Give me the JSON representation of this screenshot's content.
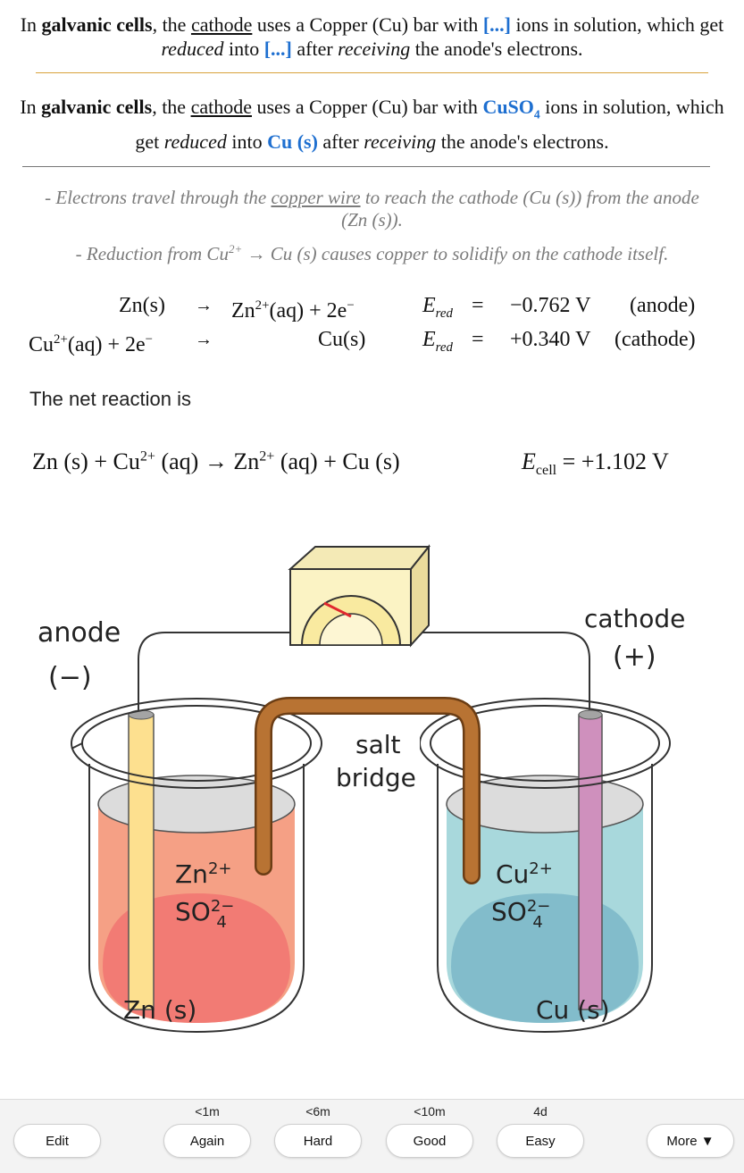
{
  "front": {
    "part1": "In ",
    "bold1": "galvanic cells",
    "part2": ", the ",
    "underline1": "cathode",
    "part3": " uses a Copper (Cu) bar with ",
    "cloze1": "[...]",
    "part4": " ions in solution, which get ",
    "italic1": "reduced",
    "part5": " into ",
    "cloze2": "[...]",
    "part6": " after ",
    "italic2": "receiving",
    "part7": " the anode's electrons."
  },
  "back": {
    "part1": "In ",
    "bold1": "galvanic cells",
    "part2": ", the ",
    "underline1": "cathode",
    "part3": " uses a Copper (Cu) bar with ",
    "answer1": "CuSO",
    "answer1_sub": "4",
    "part4": " ions in solution, which get ",
    "italic1": "reduced",
    "part5": " into ",
    "answer2": "Cu (s)",
    "part6": " after ",
    "italic2": "receiving",
    "part7": " the anode's electrons."
  },
  "notes": {
    "line1_a": "- Electrons travel through the ",
    "line1_u": "copper wire",
    "line1_b": " to reach the cathode (Cu (s)) from the anode (Zn (s)).",
    "line2_a": "- Reduction from Cu",
    "line2_sup": "2+",
    "line2_b": " → Cu (s) causes copper to solidify on the cathode itself."
  },
  "half_reactions": {
    "r1_left": "Zn(s)",
    "r1_arrow": "→",
    "r1_right_a": "Zn",
    "r1_right_sup": "2+",
    "r1_right_b": "(aq) + 2e",
    "r1_right_sup2": "−",
    "r1_E": "E",
    "r1_E_sub": "red",
    "r1_eq": "=",
    "r1_value": "−0.762 V",
    "r1_role": "(anode)",
    "r2_left_a": "Cu",
    "r2_left_sup": "2+",
    "r2_left_b": "(aq) + 2e",
    "r2_left_sup2": "−",
    "r2_arrow": "→",
    "r2_right": "Cu(s)",
    "r2_E": "E",
    "r2_E_sub": "red",
    "r2_eq": "=",
    "r2_value": "+0.340 V",
    "r2_role": "(cathode)"
  },
  "net": {
    "label": "The net reaction is",
    "lhs_a": "Zn (s) + Cu",
    "lhs_sup": "2+",
    "lhs_b": " (aq) → Zn",
    "rhs_sup": "2+",
    "rhs_b": " (aq) + Cu (s)",
    "E": "E",
    "E_sub": "cell",
    "E_value": " = +1.102 V"
  },
  "diagram": {
    "anode_label": "anode",
    "anode_sign": "(−)",
    "cathode_label": "cathode",
    "cathode_sign": "(+)",
    "salt_label_1": "salt",
    "salt_label_2": "bridge",
    "left_ion_1": "Zn",
    "left_ion_1_sup": "2+",
    "left_ion_2": "SO",
    "left_ion_2_sup": "2−",
    "left_ion_2_sub": "4",
    "right_ion_1": "Cu",
    "right_ion_1_sup": "2+",
    "right_ion_2": "SO",
    "right_ion_2_sup": "2−",
    "right_ion_2_sub": "4",
    "left_metal": "Zn (s)",
    "right_metal": "Cu (s)",
    "colors": {
      "left_solution": "#f5a085",
      "left_bottom": "#f27b74",
      "right_solution": "#a8d8dc",
      "right_bottom": "#82bccb",
      "zn_electrode": "#fde08f",
      "cu_electrode": "#cf90bd",
      "salt_bridge": "#b87333",
      "meter_body": "#fbf3c4",
      "meter_face": "#f9eaa0",
      "needle": "#e0282e"
    }
  },
  "answer_bar": {
    "edit": "Edit",
    "again": "Again",
    "again_time": "<1m",
    "hard": "Hard",
    "hard_time": "<6m",
    "good": "Good",
    "good_time": "<10m",
    "easy": "Easy",
    "easy_time": "4d",
    "more": "More ▼"
  }
}
